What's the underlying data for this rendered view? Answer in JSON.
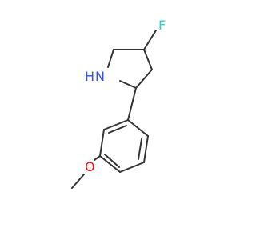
{
  "molecule": {
    "atoms": {
      "fluorine": {
        "symbol": "F",
        "color": "#33cccc"
      },
      "amine": {
        "symbol": "N",
        "suffix": "H",
        "color": "#3050f8"
      },
      "ether_oxygen": {
        "symbol": "O",
        "color": "#ff0d0d"
      }
    },
    "bond_color": "#333333"
  }
}
